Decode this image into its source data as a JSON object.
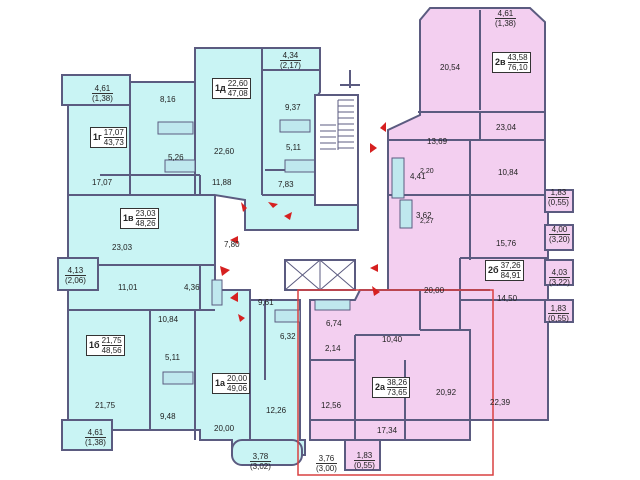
{
  "colors": {
    "cyan_fill": "#c9f4f4",
    "pink_fill": "#f3cff0",
    "wall": "#5b5b80",
    "arrow": "#d62020",
    "highlight_frame": "#d94040",
    "wet_room": "#bfe8ee"
  },
  "apartments": [
    {
      "code": "1г",
      "area_living": "17,07",
      "area_total": "43,73"
    },
    {
      "code": "1д",
      "area_living": "22,60",
      "area_total": "47,08"
    },
    {
      "code": "1в",
      "area_living": "23,03",
      "area_total": "48,26"
    },
    {
      "code": "1б",
      "area_living": "21,75",
      "area_total": "48,56"
    },
    {
      "code": "1а",
      "area_living": "20,00",
      "area_total": "49,06"
    },
    {
      "code": "2а",
      "area_living": "38,26",
      "area_total": "73,65"
    },
    {
      "code": "2б",
      "area_living": "37,26",
      "area_total": "84,91"
    },
    {
      "code": "2в",
      "area_living": "43,58",
      "area_total": "76,10"
    }
  ],
  "rooms": {
    "r1": "8,16",
    "r2": "5,26",
    "r3": "22,60",
    "r4": "9,37",
    "r5": "5,11",
    "r6": "17,07",
    "r7": "11,88",
    "r8": "7,83",
    "r9": "23,03",
    "r10": "7,80",
    "r11": "11,01",
    "r12": "4,36",
    "r13": "9,61",
    "r14": "10,84",
    "r15": "5,11",
    "r16": "6,32",
    "r17": "6,74",
    "r18": "2,14",
    "r19": "21,75",
    "r20": "9,48",
    "r21": "20,00",
    "r22": "12,26",
    "r23": "12,56",
    "r24": "10,40",
    "r25": "17,34",
    "r26": "20,92",
    "r27": "20,54",
    "r28": "23,04",
    "r29": "13,69",
    "r30": "4,41",
    "r31": "2,20",
    "r32": "2,27",
    "r33": "3,62",
    "r34": "10,84",
    "r35": "15,76",
    "r36": "20,00",
    "r37": "14,50",
    "r38": "22,39"
  },
  "balconies": {
    "b1_area": "4,61",
    "b1_calc": "(1,38)",
    "b2_area": "4,34",
    "b2_calc": "(2,17)",
    "b3_area": "4,61",
    "b3_calc": "(1,38)",
    "b4_area": "4,13",
    "b4_calc": "(2,06)",
    "b5_area": "4,61",
    "b5_calc": "(1,38)",
    "b6_area": "3,78",
    "b6_calc": "(3,02)",
    "b7_area": "3,76",
    "b7_calc": "(3,00)",
    "b8_area": "1,83",
    "b8_calc": "(0,55)",
    "b9_area": "1,83",
    "b9_calc": "(0,55)",
    "b10_area": "4,00",
    "b10_calc": "(3,20)",
    "b11_area": "4,03",
    "b11_calc": "(3,22)",
    "b12_area": "1,83",
    "b12_calc": "(0,55)"
  }
}
